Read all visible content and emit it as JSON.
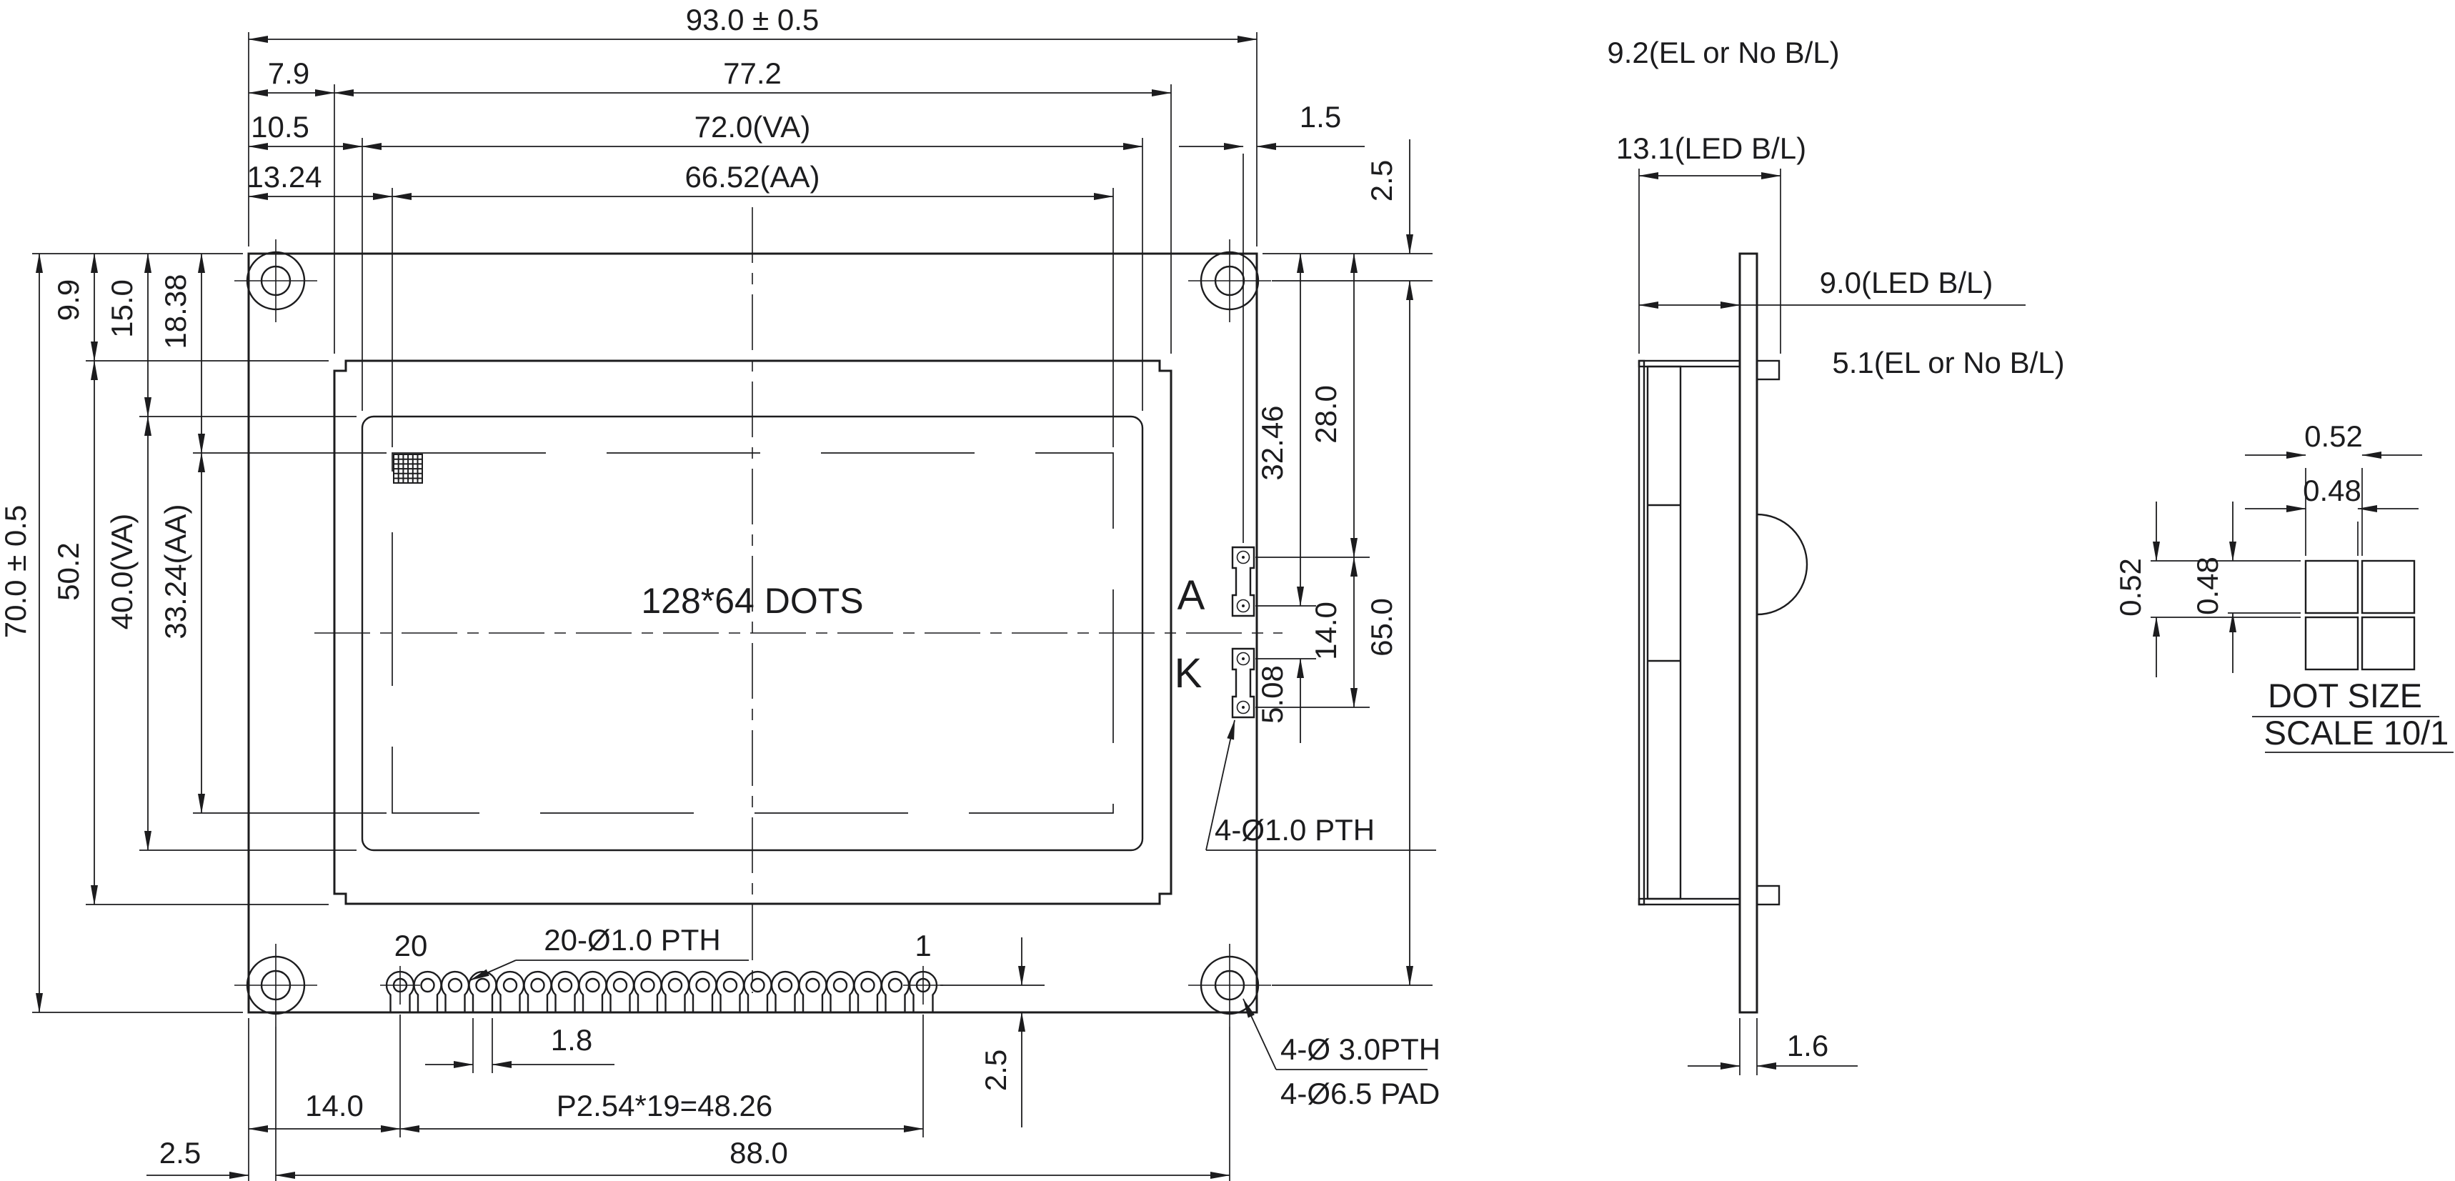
{
  "front": {
    "dims_top": {
      "overall_width": "93.0 ± 0.5",
      "bezel_offset": "7.9",
      "bezel_width": "77.2",
      "va_offset": "10.5",
      "va_width": "72.0(VA)",
      "aa_offset": "13.24",
      "aa_width": "66.52(AA)",
      "terminal_to_edge": "1.5",
      "hole_to_top_edge": "2.5"
    },
    "dims_left": {
      "overall_height": "70.0 ± 0.5",
      "bezel_offset": "9.9",
      "bezel_height": "50.2",
      "va_offset": "15.0",
      "va_height": "40.0(VA)",
      "aa_offset": "18.38",
      "aa_height": "33.24(AA)"
    },
    "dims_right": {
      "top_to_a_bottom": "32.46",
      "top_to_a_top": "28.0",
      "a_to_k_span": "14.0",
      "mount_hole_span_v": "65.0",
      "k_hole_pitch": "5.08"
    },
    "dims_bottom": {
      "edge_to_pin20": "14.0",
      "pin_pitch_total": "P2.54*19=48.26",
      "edge_to_hole": "2.5",
      "mount_hole_span_h": "88.0",
      "pad_width": "1.8",
      "pin_row_to_edge": "2.5"
    },
    "labels": {
      "dots": "128*64 DOTS",
      "anode": "A",
      "cathode": "K",
      "pin20": "20",
      "pin1": "1",
      "pin_holes_callout": "20-Ø1.0 PTH",
      "terminal_holes_callout": "4-Ø1.0 PTH",
      "mount_hole_callout": "4-Ø 3.0PTH",
      "mount_pad_callout": "4-Ø6.5 PAD"
    }
  },
  "side": {
    "labels": {
      "total_thickness_el": "9.2(EL or No B/L)",
      "total_thickness_led": "13.1(LED B/L)",
      "stack_thickness_led": "9.0(LED B/L)",
      "stack_thickness_el": "5.1(EL or No B/L)",
      "pcb_thickness": "1.6"
    }
  },
  "dot_detail": {
    "labels": {
      "pitch_x": "0.52",
      "size_x": "0.48",
      "pitch_y": "0.52",
      "size_y": "0.48",
      "title": "DOT SIZE",
      "scale": "SCALE 10/1"
    }
  },
  "colors": {
    "line": "#1c1c1e",
    "background": "#ffffff"
  }
}
